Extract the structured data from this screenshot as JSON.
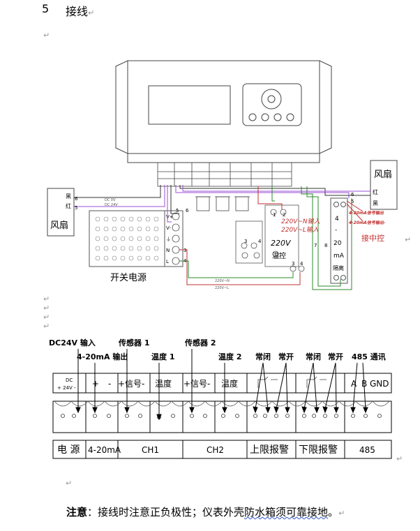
{
  "heading": {
    "number": "5",
    "title": "接线",
    "mark": "↵"
  },
  "para_mark": "↵",
  "diagram": {
    "left_fan": {
      "label": "风扇",
      "black": "黑",
      "red": "红"
    },
    "right_fan": {
      "label": "风扇",
      "red": "红",
      "black": "黑"
    },
    "psu_label": "开关电源",
    "psu_terms": [
      "V+",
      "V-",
      "⏚",
      "N",
      "L"
    ],
    "relay": {
      "v220": "220V",
      "name": "温控"
    },
    "isolator": {
      "a": "4",
      "dash": "-",
      "b": "20",
      "c": "mA",
      "d": "隔离"
    },
    "input_n": "220V~N输入",
    "input_l": "220V~L输入",
    "signal_out": "4-20mA信号输出",
    "signal_out2": "4-20mA信号输出-",
    "control": "接中控",
    "dc_line": "DC 0V",
    "dc_line2": "DC 24V",
    "ac_n": "220V~N",
    "ac_l": "220V~L",
    "nums": [
      "6",
      "5",
      "6",
      "5",
      "1",
      "2",
      "3",
      "4",
      "3",
      "4",
      "3",
      "4",
      "8",
      "7",
      "6",
      "5"
    ]
  },
  "terminal": {
    "top_labels": [
      {
        "text": "DC24V 输入"
      },
      {
        "text": "4-20mA 输出"
      },
      {
        "text": "传感器 1"
      },
      {
        "text": "温度 1"
      },
      {
        "text": "传感器 2"
      },
      {
        "text": "温度 2"
      },
      {
        "text": "常闭"
      },
      {
        "text": "常开"
      },
      {
        "text": "常闭"
      },
      {
        "text": "常开"
      },
      {
        "text": "485 通讯"
      }
    ],
    "row1": {
      "dc_top": "DC",
      "dc_bot": "+ 24V -",
      "plus": "+",
      "minus": "-",
      "sig1": "+信号-",
      "temp1": "温度",
      "sig2": "+信号-",
      "temp2": "温度",
      "a": "A",
      "b": "B",
      "gnd": "GND"
    },
    "row3": [
      "电 源",
      "4-20mA",
      "CH1",
      "CH2",
      "上限报警",
      "下限报警",
      "485"
    ]
  },
  "note": {
    "bold": "注意",
    "text1": "：接线时注意正负极性；仪表外壳",
    "underlined": "防水箱须可靠接地",
    "text2": "。",
    "mark": "↵"
  }
}
